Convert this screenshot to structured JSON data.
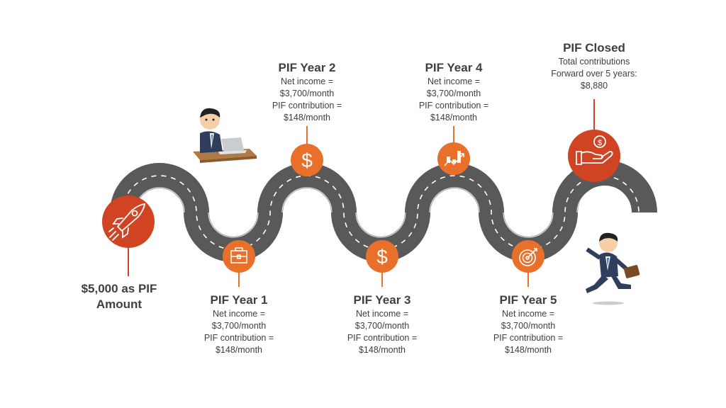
{
  "start": {
    "title_lines": [
      "$5,000 as PIF",
      "Amount"
    ],
    "icon": "rocket-icon"
  },
  "milestones": [
    {
      "title": "PIF Year 1",
      "lines": [
        "Net income =",
        "$3,700/month",
        "PIF contribution =",
        "$148/month"
      ],
      "icon": "briefcase-icon"
    },
    {
      "title": "PIF Year 2",
      "lines": [
        "Net income =",
        "$3,700/month",
        "PIF contribution =",
        "$148/month"
      ],
      "icon": "dollar-icon"
    },
    {
      "title": "PIF Year 3",
      "lines": [
        "Net income =",
        "$3,700/month",
        "PIF contribution =",
        "$148/month"
      ],
      "icon": "dollar-icon"
    },
    {
      "title": "PIF Year 4",
      "lines": [
        "Net income =",
        "$3,700/month",
        "PIF contribution =",
        "$148/month"
      ],
      "icon": "growth-chart-icon"
    },
    {
      "title": "PIF Year 5",
      "lines": [
        "Net income =",
        "$3,700/month",
        "PIF contribution =",
        "$148/month"
      ],
      "icon": "target-icon"
    }
  ],
  "end": {
    "title": "PIF Closed",
    "lines": [
      "Total contributions",
      "Forward over 5 years:",
      "$8,880"
    ],
    "icon": "hand-coin-icon"
  },
  "colors": {
    "road": "#595959",
    "orange": "#E8702A",
    "red": "#D04423",
    "text": "#404040"
  }
}
